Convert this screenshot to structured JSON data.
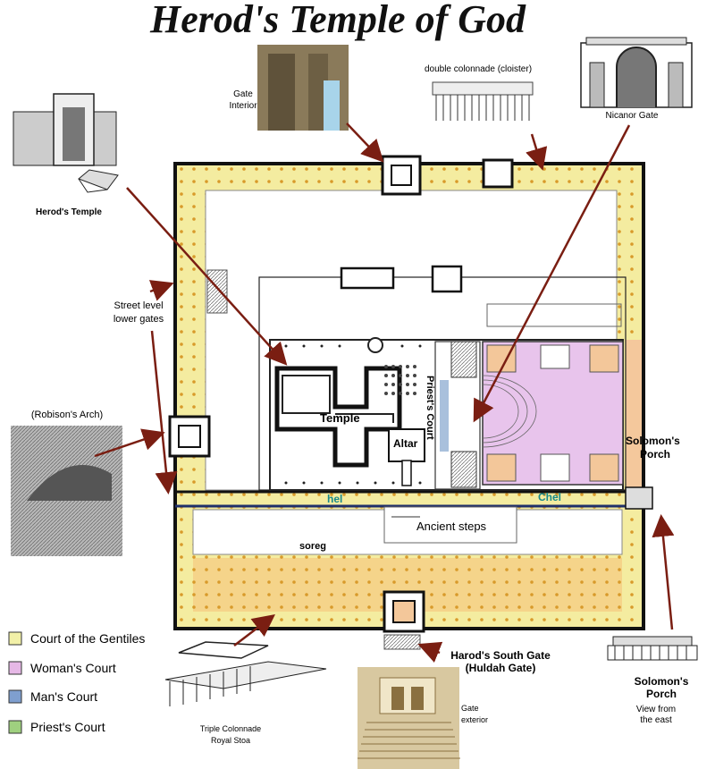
{
  "title": "Herod's Temple of God",
  "labels": {
    "double_colonnade": "double colonnade (cloister)",
    "nicanor_gate": "Nicanor Gate",
    "gate_interior_1": "Gate",
    "gate_interior_2": "Interior",
    "herods_temple": "Herod's Temple",
    "street_level_1": "Street level",
    "street_level_2": "lower gates",
    "robisons_arch": "(Robison's Arch)",
    "temple": "Temple",
    "altar": "Altar",
    "priests_court": "Priest's Court",
    "solomons_porch_map_1": "Solomon's",
    "solomons_porch_map_2": "Porch",
    "hel": "hel",
    "chel": "Chel",
    "ancient_steps": "Ancient steps",
    "soreg": "soreg",
    "south_gate_1": "Harod's South Gate",
    "south_gate_2": "(Huldah Gate)",
    "gate_exterior_1": "Gate",
    "gate_exterior_2": "exterior",
    "triple_colonnade_1": "Triple Colonnade",
    "triple_colonnade_2": "Royal Stoa",
    "solomons_porch_1": "Solomon's",
    "solomons_porch_2": "Porch",
    "view_east_1": "View from",
    "view_east_2": "the east"
  },
  "legend": [
    {
      "label": "Court of the Gentiles",
      "color": "#f2f0a8"
    },
    {
      "label": "Woman's Court",
      "color": "#e6b8e6"
    },
    {
      "label": "Man's Court",
      "color": "#7f9fcf"
    },
    {
      "label": "Priest's Court",
      "color": "#9fd07f"
    }
  ],
  "colors": {
    "gentiles": "#f4eca0",
    "gentiles_dots": "#e0a030",
    "royal_stoa": "#f5d48a",
    "womans_court": "#e8c4ec",
    "mans_court": "#a9c0dc",
    "priests_court_line": "#3fbf3f",
    "solomons_porch": "#f4c89c",
    "arrow": "#7a1e12",
    "wall": "#111111",
    "chel_label": "#1a8a8a"
  }
}
